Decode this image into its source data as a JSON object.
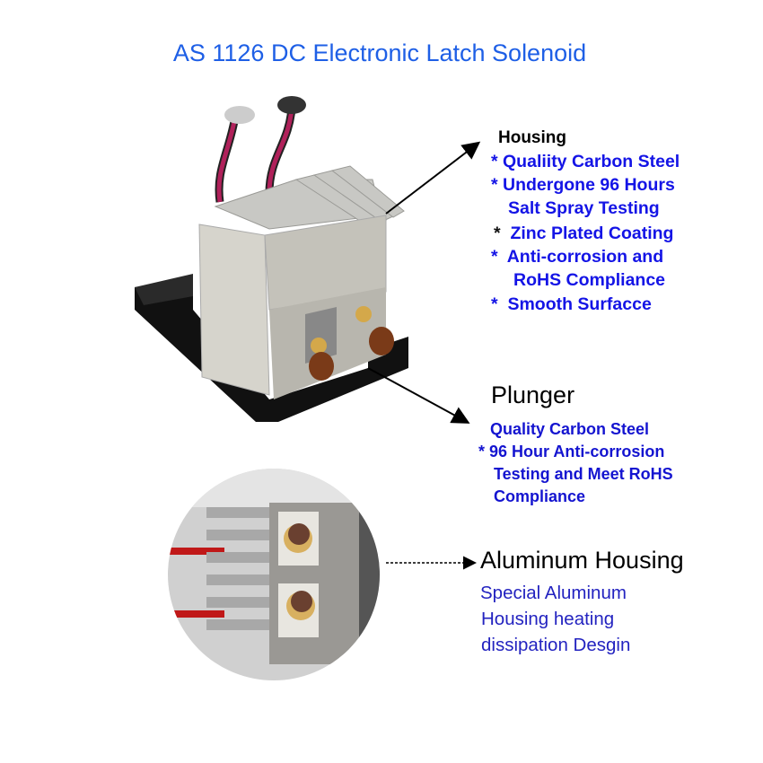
{
  "title": "AS 1126 DC Electronic Latch Solenoid",
  "housing": {
    "heading": "Housing",
    "lines": [
      {
        "bullet": "*",
        "text": "Qualiity Carbon Steel"
      },
      {
        "bullet": "*",
        "text": "Undergone 96 Hours"
      },
      {
        "bullet": "",
        "text": "Salt Spray Testing"
      },
      {
        "bullet": "*",
        "text": "Zinc Plated Coating"
      },
      {
        "bullet": "*",
        "text": "Anti-corrosion and"
      },
      {
        "bullet": "",
        "text": "RoHS Compliance"
      },
      {
        "bullet": "*",
        "text": "Smooth Surfacce"
      }
    ]
  },
  "plunger": {
    "heading": "Plunger",
    "lines": [
      {
        "bullet": "",
        "text": "Quality Carbon Steel"
      },
      {
        "bullet": "*",
        "text": "96 Hour Anti-corrosion"
      },
      {
        "bullet": "",
        "text": "Testing and Meet RoHS"
      },
      {
        "bullet": "",
        "text": "Compliance"
      }
    ]
  },
  "aluminum": {
    "heading": "Aluminum Housing",
    "lines": [
      "Special Aluminum",
      "Housing heating",
      "dissipation Desgin"
    ]
  },
  "colors": {
    "title": "#1e5fe6",
    "feature_text": "#1414e6",
    "heading": "#000000"
  }
}
